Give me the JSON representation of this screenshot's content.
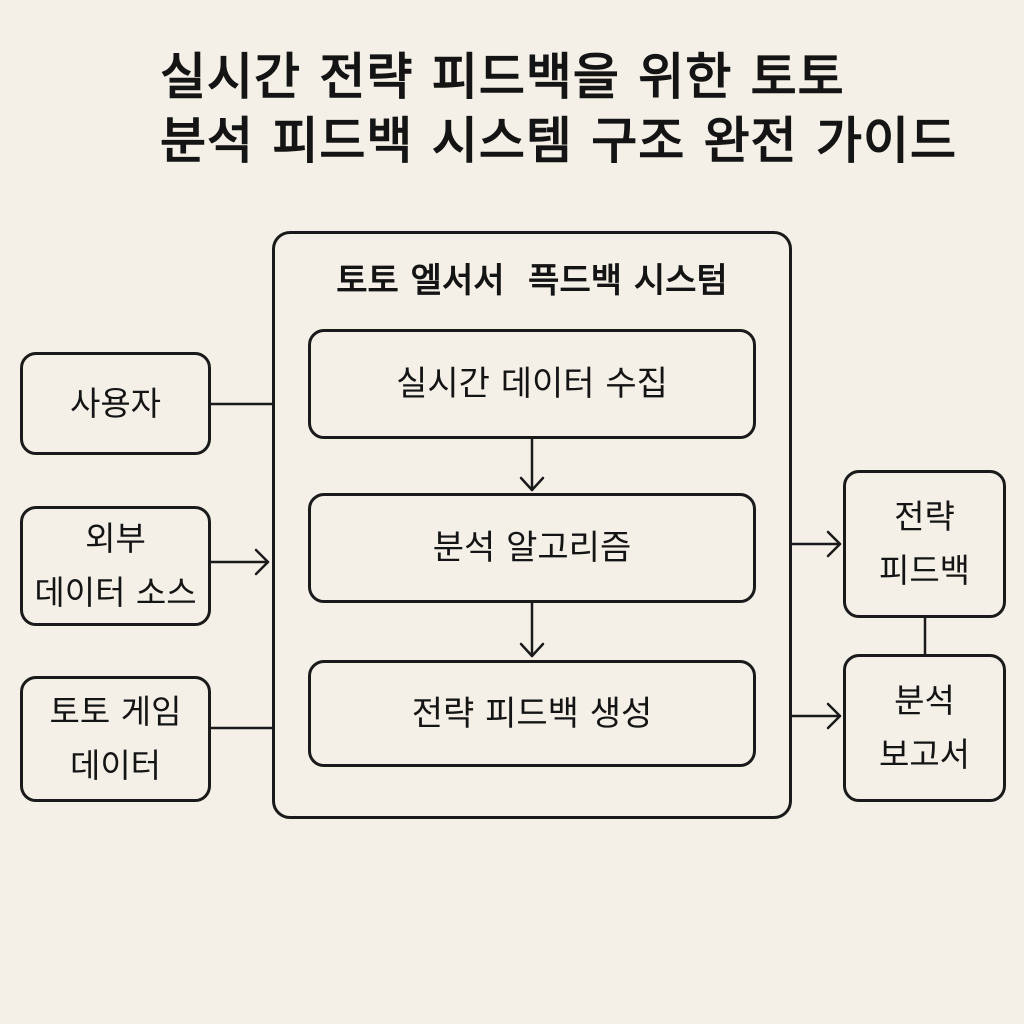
{
  "title": {
    "line1": "실시간 전략 피드백을 위한 토토",
    "line2": "분석 피드백 시스템 구조 완전 가이드"
  },
  "system": {
    "title": "토토 엘서서  픅드백 시스텀",
    "steps": [
      {
        "label": "실시간 데이터 수집"
      },
      {
        "label": "분석 알고리즘"
      },
      {
        "label": "전략 피드백 생성"
      }
    ]
  },
  "inputs": [
    {
      "line1": "사용자",
      "line2": ""
    },
    {
      "line1": "외부",
      "line2": "데이터 소스"
    },
    {
      "line1": "토토 게임",
      "line2": "데이터"
    }
  ],
  "outputs": [
    {
      "line1": "전략",
      "line2": "피드백"
    },
    {
      "line1": "분석",
      "line2": "보고서"
    }
  ],
  "colors": {
    "background": "#f4f0e7",
    "stroke": "#1a1a1a"
  }
}
